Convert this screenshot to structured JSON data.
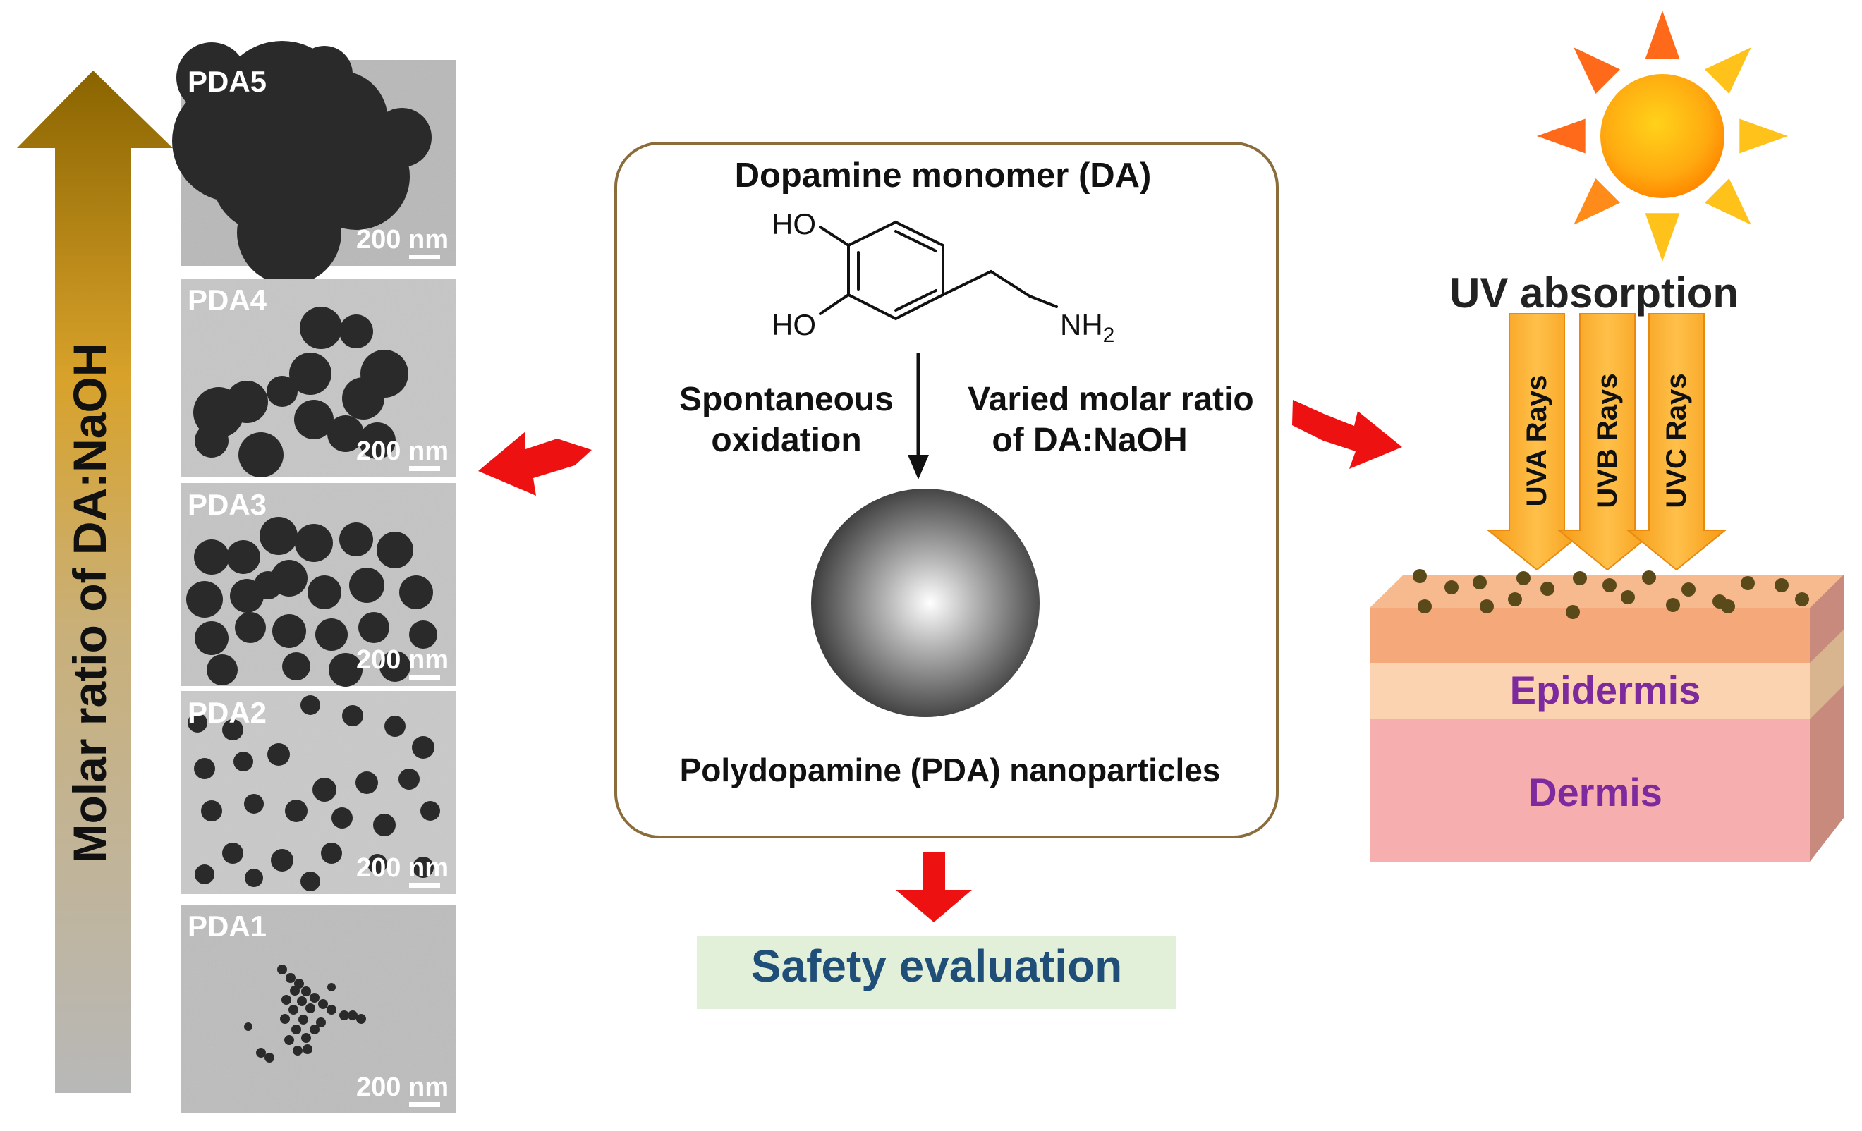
{
  "axis": {
    "label": "Molar ratio of DA:NaOH"
  },
  "tem_panels": [
    {
      "label": "PDA5",
      "scale": "200 nm"
    },
    {
      "label": "PDA4",
      "scale": "200 nm"
    },
    {
      "label": "PDA3",
      "scale": "200 nm"
    },
    {
      "label": "PDA2",
      "scale": "200 nm"
    },
    {
      "label": "PDA1",
      "scale": "200 nm"
    }
  ],
  "center": {
    "title": "Dopamine monomer (DA)",
    "ho_top": "HO",
    "ho_bottom": "HO",
    "amine": "NH",
    "amine_sub": "2",
    "left_line1": "Spontaneous",
    "left_line2": "oxidation",
    "right_line1": "Varied molar ratio",
    "right_line2": "of DA:NaOH",
    "product": "Polydopamine (PDA) nanoparticles"
  },
  "safety": {
    "label": "Safety evaluation"
  },
  "uv": {
    "title": "UV absorption",
    "rays": [
      "UVA Rays",
      "UVB Rays",
      "UVC Rays"
    ]
  },
  "skin": {
    "epidermis": "Epidermis",
    "dermis": "Dermis"
  },
  "colors": {
    "red_arrow": "#ee1111",
    "axis_top": "#8b6500",
    "axis_mid": "#d9a52a",
    "axis_bottom": "#b0b0b0",
    "box_border": "#8a6d3b",
    "skin_label": "#7d2a9e",
    "safety_text": "#1f4e79",
    "safety_bg": "#e2efd9",
    "ray": "#f7a21b"
  }
}
